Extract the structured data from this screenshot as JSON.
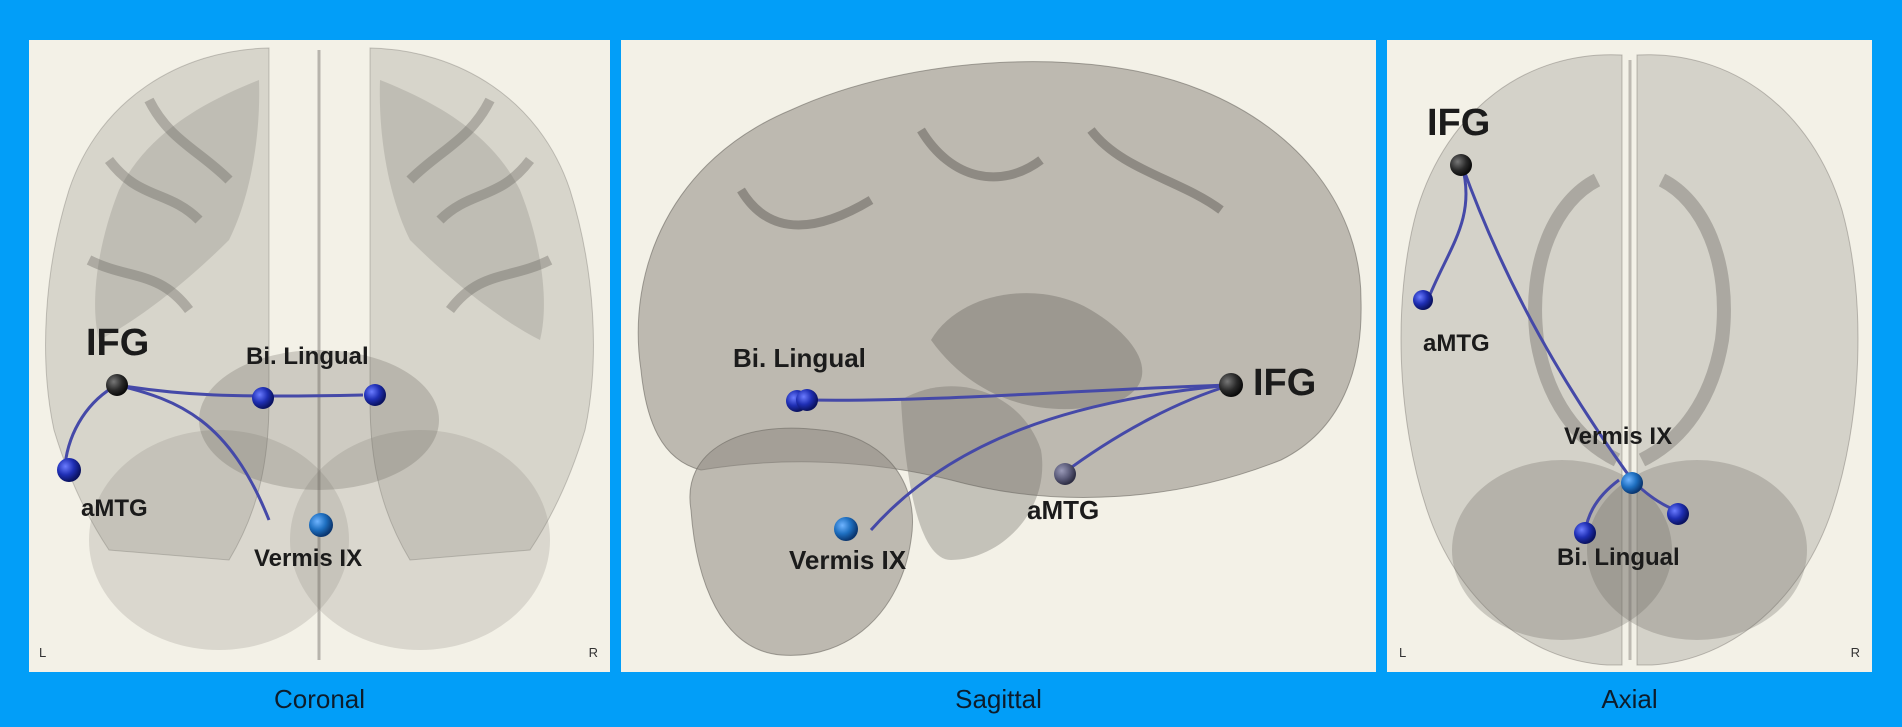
{
  "panels": {
    "coronal": {
      "caption": "Coronal",
      "orient_left": "L",
      "orient_right": "R",
      "labels": {
        "ifg": "IFG",
        "lingual": "Bi. Lingual",
        "amtg": "aMTG",
        "vermis": "Vermis IX"
      }
    },
    "sagittal": {
      "caption": "Sagittal",
      "labels": {
        "ifg": "IFG",
        "lingual": "Bi. Lingual",
        "amtg": "aMTG",
        "vermis": "Vermis IX"
      }
    },
    "axial": {
      "caption": "Axial",
      "orient_left": "L",
      "orient_right": "R",
      "labels": {
        "ifg": "IFG",
        "amtg": "aMTG",
        "vermis": "Vermis IX",
        "lingual": "Bi. Lingual"
      }
    }
  },
  "colors": {
    "frame": "#029ef8",
    "panel_bg": "#f3f1e7",
    "brain": "#8f8b84",
    "connection": "#4549a8",
    "node_ifg": "#2a2a2a",
    "node_blue": "#1f2fb4",
    "node_vermis": "#1e6fc0"
  }
}
